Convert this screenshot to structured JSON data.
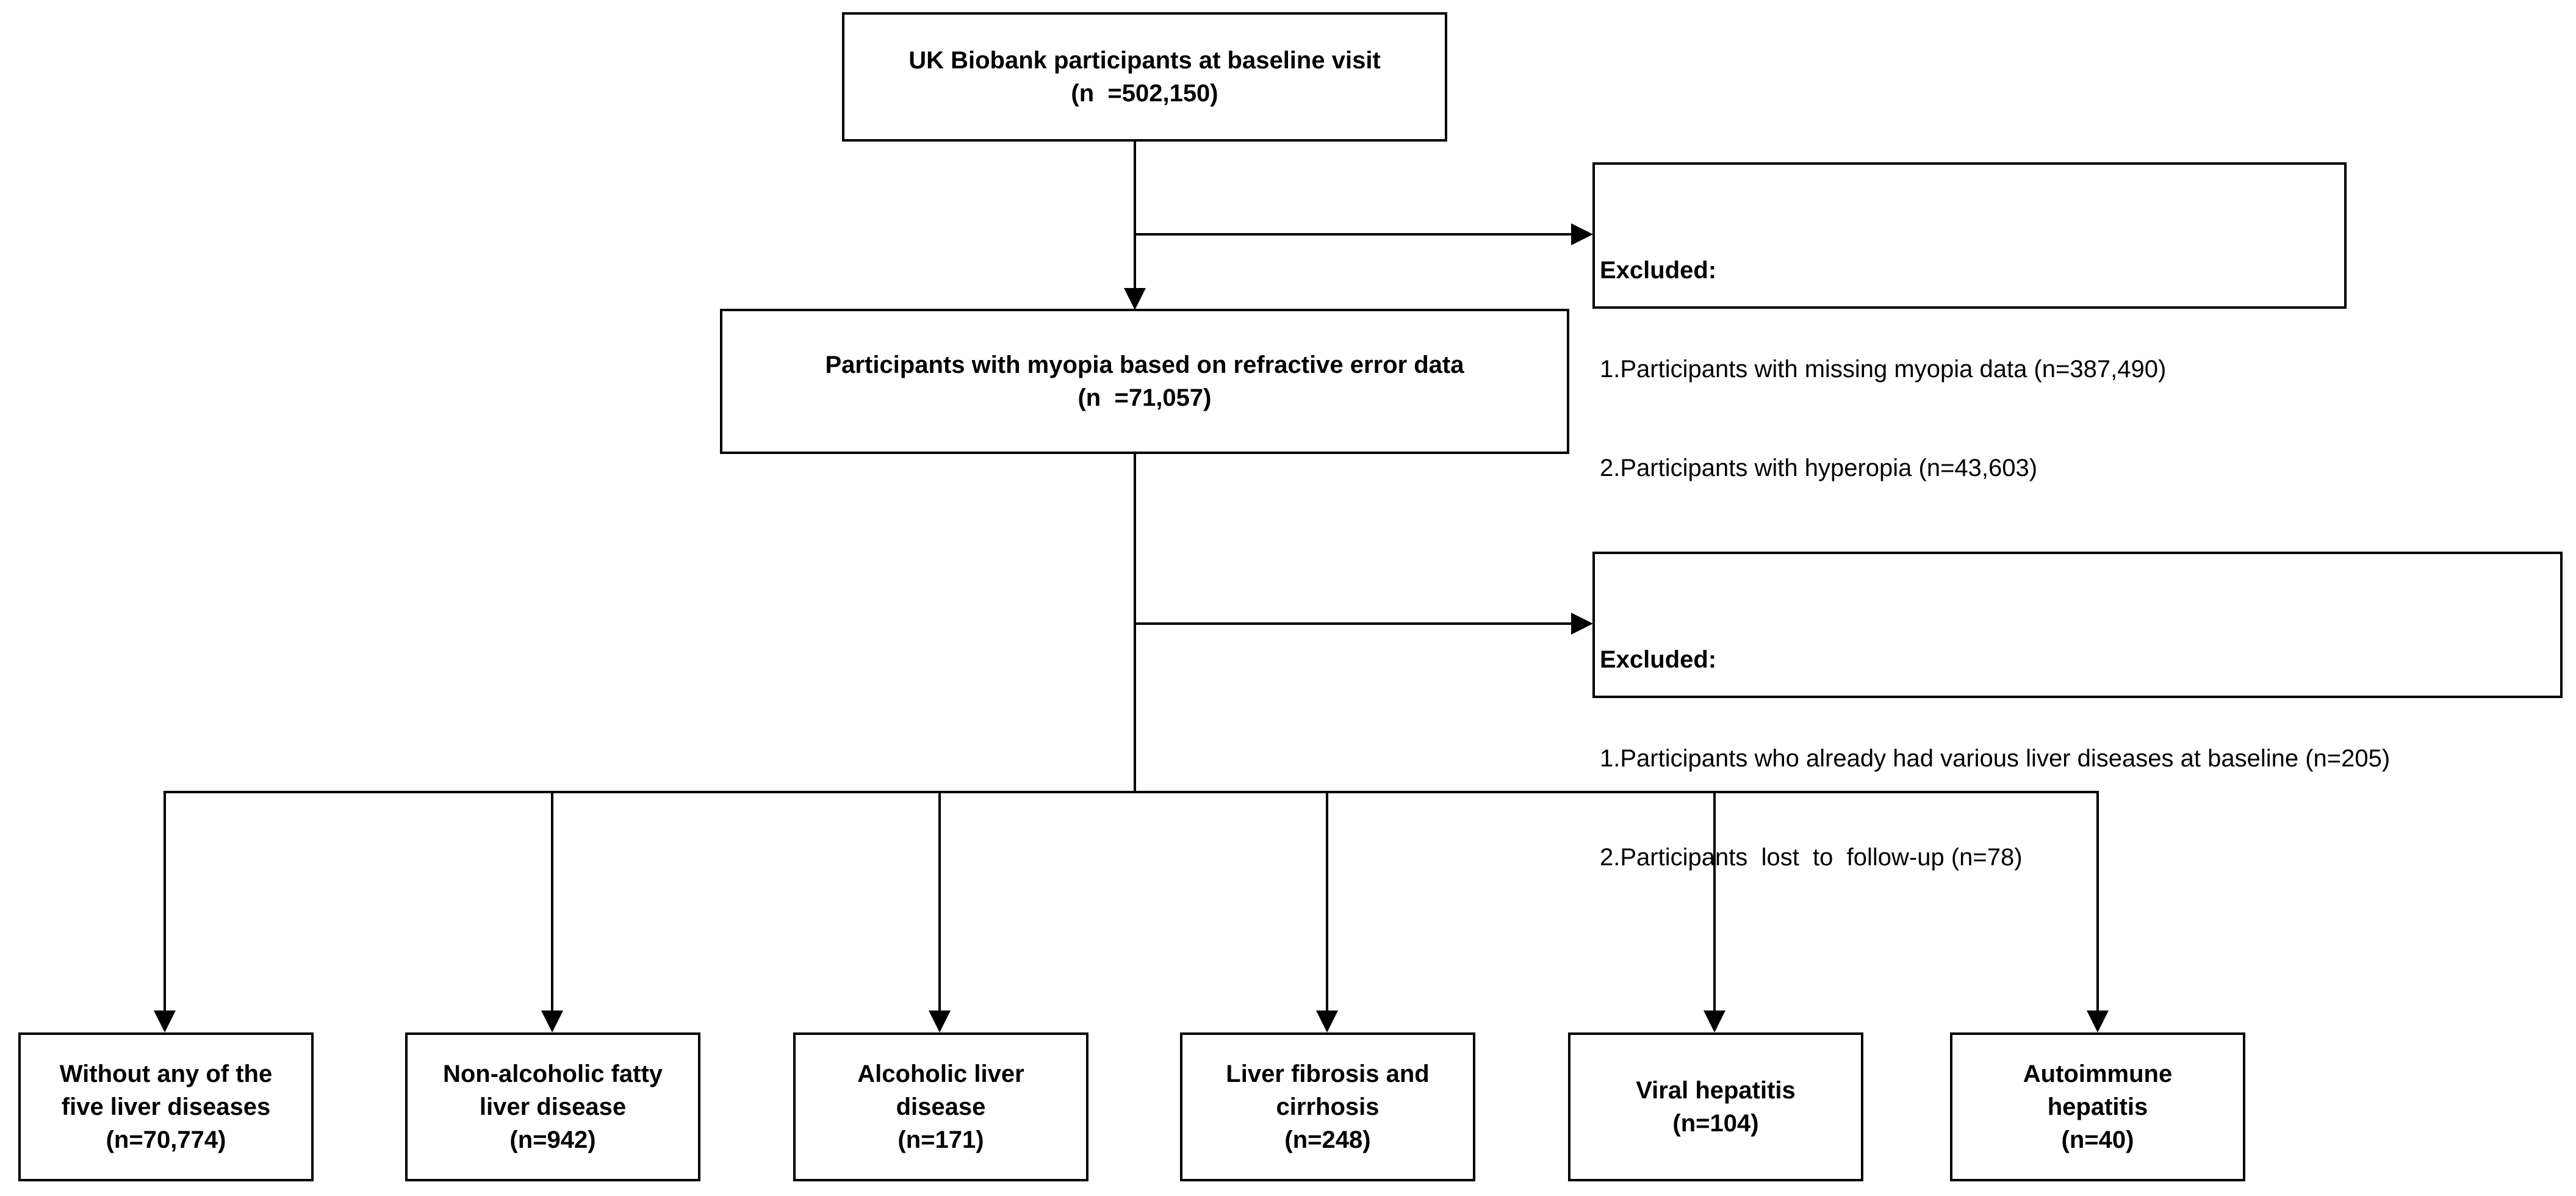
{
  "top_box": {
    "line1": "UK Biobank participants at baseline visit",
    "line2": "(n  =502,150)"
  },
  "exclusion_1": {
    "title": "Excluded:",
    "items": [
      "1.Participants with missing myopia data (n=387,490)",
      "2.Participants with hyperopia (n=43,603)"
    ]
  },
  "middle_box": {
    "line1": "Participants with myopia based on refractive error data",
    "line2": "(n  =71,057)"
  },
  "exclusion_2": {
    "title": "Excluded:",
    "items": [
      "1.Participants who already had various liver diseases at baseline (n=205)",
      "2.Participants  lost  to  follow-up (n=78)"
    ]
  },
  "outcomes": [
    {
      "line1": "Without any of the",
      "line2": "five liver diseases",
      "count": "(n=70,774)"
    },
    {
      "line1": "Non-alcoholic fatty",
      "line2": "liver disease",
      "count": "(n=942)"
    },
    {
      "line1": "Alcoholic liver",
      "line2": "disease",
      "count": "(n=171)"
    },
    {
      "line1": "Liver fibrosis and",
      "line2": "cirrhosis",
      "count": "(n=248)"
    },
    {
      "line1": "Viral hepatitis",
      "line2": "",
      "count": "(n=104)"
    },
    {
      "line1": "Autoimmune",
      "line2": "hepatitis",
      "count": "(n=40)"
    }
  ]
}
